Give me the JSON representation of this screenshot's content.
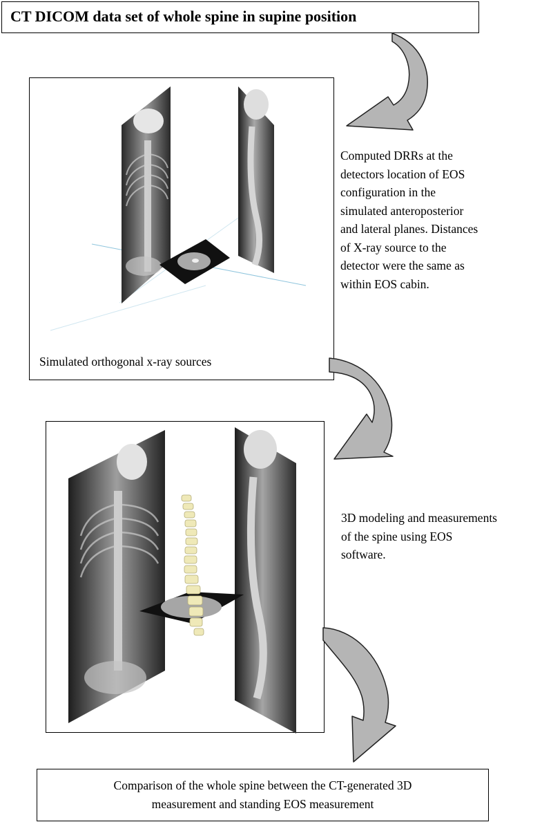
{
  "diagram": {
    "title": "CT DICOM  data set of whole spine  in  supine  position",
    "panel1_caption": "Simulated  orthogonal  x-ray sources",
    "panel1_description": [
      "Computed DRRs at the",
      "detectors location  of EOS",
      "configuration  in the",
      "simulated  anteroposterior",
      "and lateral planes. Distances",
      "of X-ray source to the",
      "detector were the same as",
      "within  EOS cabin."
    ],
    "panel2_description": [
      "3D modeling  and measurements",
      "of the spine using EOS",
      "software."
    ],
    "final_step": [
      "Comparison of the whole spine between the CT-generated 3D",
      "measurement and standing EOS measurement"
    ]
  },
  "colors": {
    "arrow_fill": "#b5b5b5",
    "xray_dark": "#1a1a1a",
    "vertebra": "#efe9b8",
    "beam_line": "#8fc5dd"
  }
}
